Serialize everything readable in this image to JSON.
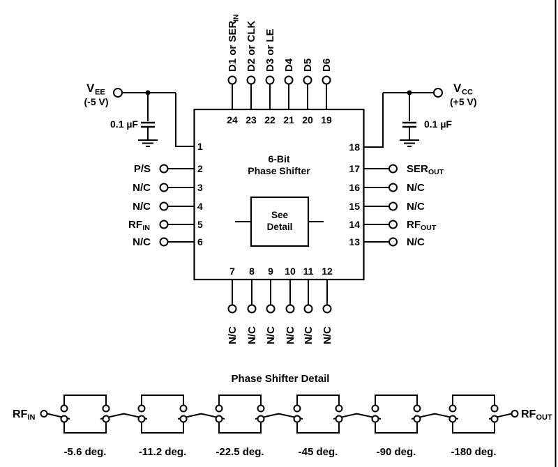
{
  "figure": {
    "ic": {
      "name_line1": "6-Bit",
      "name_line2": "Phase Shifter",
      "detail_line1": "See",
      "detail_line2": "Detail"
    },
    "vee": {
      "symbol": "V",
      "sub": "EE",
      "voltage": "(-5 V)",
      "cap_value": "0.1 µF"
    },
    "vcc": {
      "symbol": "V",
      "sub": "CC",
      "voltage": "(+5 V)",
      "cap_value": "0.1 µF"
    },
    "pins": {
      "top": [
        {
          "num": "24",
          "label": "D1 or SER",
          "sub": "IN"
        },
        {
          "num": "23",
          "label": "D2 or CLK",
          "sub": ""
        },
        {
          "num": "22",
          "label": "D3 or LE",
          "sub": ""
        },
        {
          "num": "21",
          "label": "D4",
          "sub": ""
        },
        {
          "num": "20",
          "label": "D5",
          "sub": ""
        },
        {
          "num": "19",
          "label": "D6",
          "sub": ""
        }
      ],
      "left": [
        {
          "num": "1",
          "label": "",
          "sub": ""
        },
        {
          "num": "2",
          "label": "P/S",
          "sub": ""
        },
        {
          "num": "3",
          "label": "N/C",
          "sub": ""
        },
        {
          "num": "4",
          "label": "N/C",
          "sub": ""
        },
        {
          "num": "5",
          "label": "RF",
          "sub": "IN"
        },
        {
          "num": "6",
          "label": "N/C",
          "sub": ""
        }
      ],
      "right": [
        {
          "num": "18",
          "label": "",
          "sub": ""
        },
        {
          "num": "17",
          "label": "SER",
          "sub": "OUT"
        },
        {
          "num": "16",
          "label": "N/C",
          "sub": ""
        },
        {
          "num": "15",
          "label": "N/C",
          "sub": ""
        },
        {
          "num": "14",
          "label": "RF",
          "sub": "OUT"
        },
        {
          "num": "13",
          "label": "N/C",
          "sub": ""
        }
      ],
      "bottom": [
        {
          "num": "7",
          "label": "N/C"
        },
        {
          "num": "8",
          "label": "N/C"
        },
        {
          "num": "9",
          "label": "N/C"
        },
        {
          "num": "10",
          "label": "N/C"
        },
        {
          "num": "11",
          "label": "N/C"
        },
        {
          "num": "12",
          "label": "N/C"
        }
      ]
    },
    "detail": {
      "title": "Phase Shifter Detail",
      "input": {
        "label": "RF",
        "sub": "IN"
      },
      "output": {
        "label": "RF",
        "sub": "OUT"
      },
      "stages": [
        "-5.6 deg.",
        "-11.2 deg.",
        "-22.5 deg.",
        "-45 deg.",
        "-90 deg.",
        "-180 deg."
      ]
    },
    "colors": {
      "line": "#000000",
      "text": "#000000",
      "background": "#ffffff"
    }
  }
}
